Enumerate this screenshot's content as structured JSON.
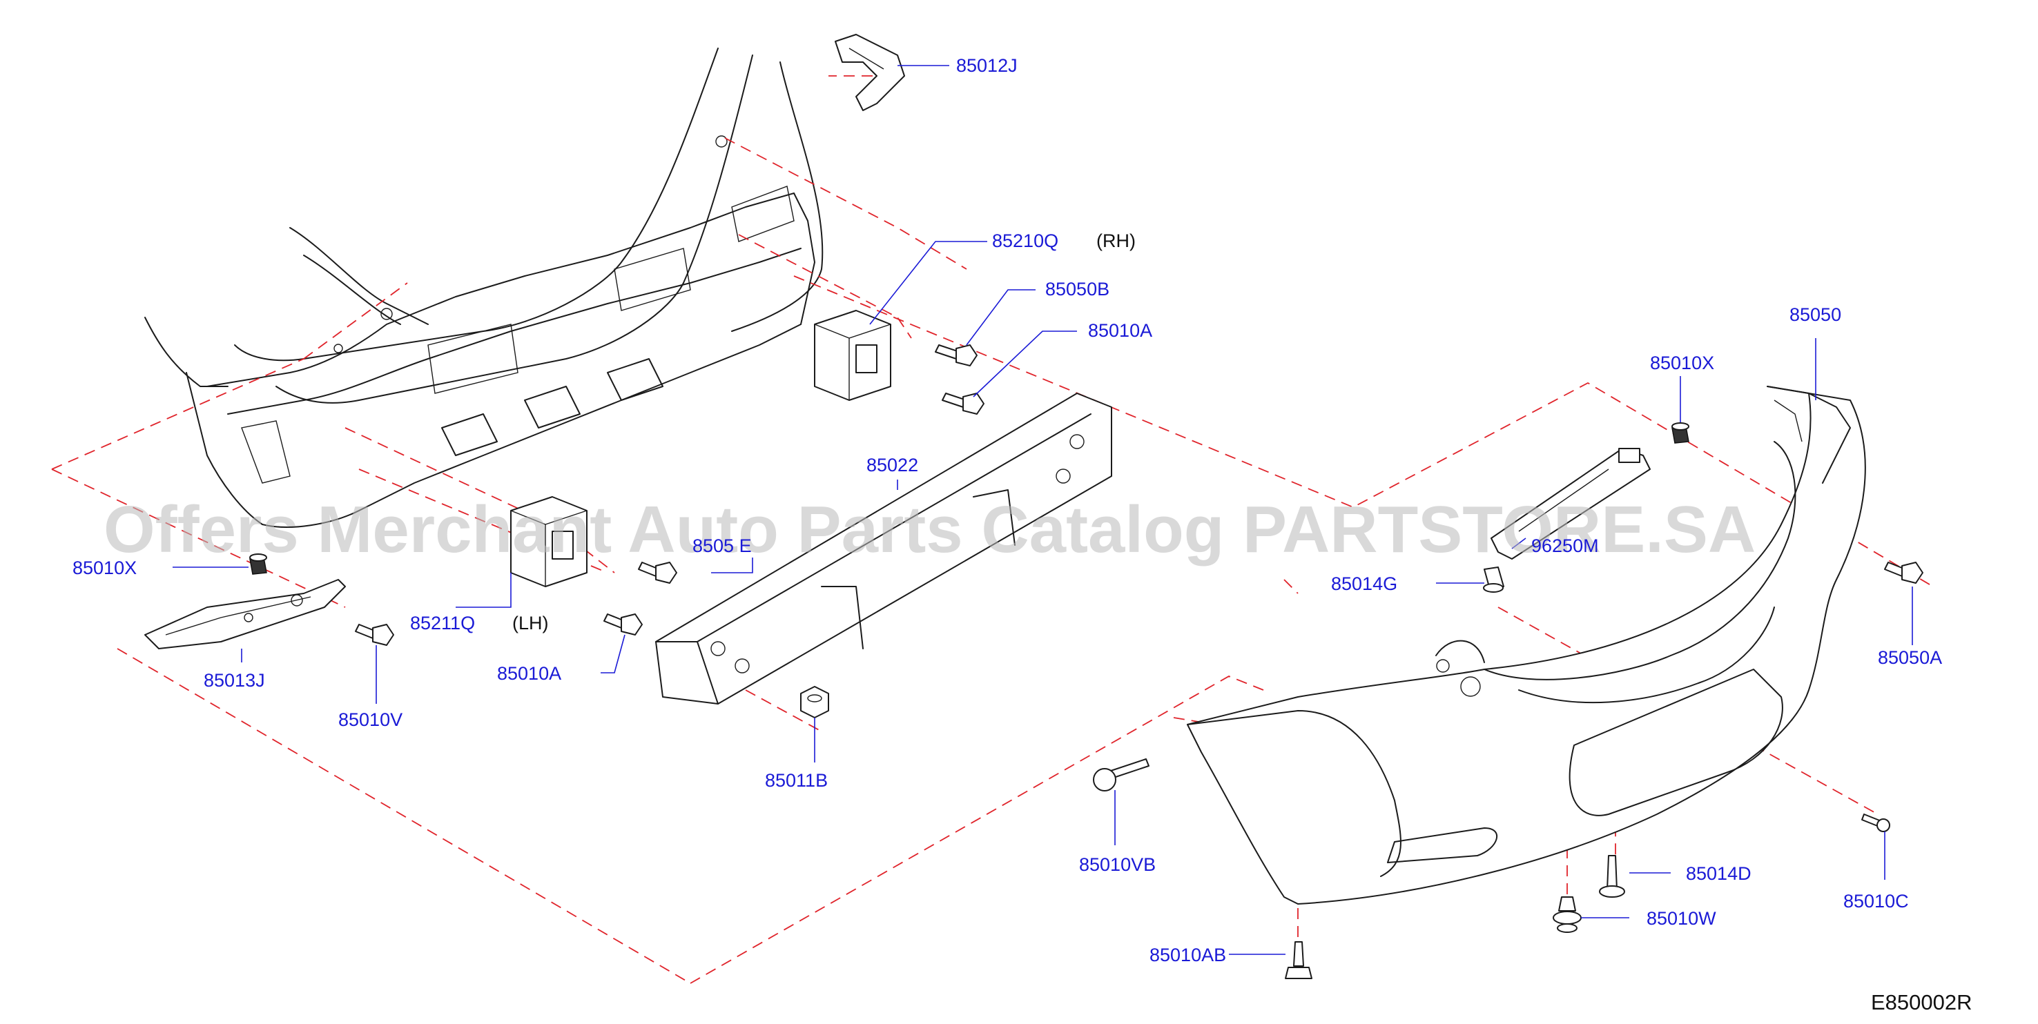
{
  "watermark": "Offers Merchant Auto Parts Catalog PARTSTORE.SA",
  "diagram_code": "E850002R",
  "side_labels": {
    "rh": "(RH)",
    "lh": "(LH)"
  },
  "parts": {
    "p85012J": "85012J",
    "p85210Q": "85210Q",
    "p85050B": "85050B",
    "p85010A_top": "85010A",
    "p85050": "85050",
    "p85010X_right": "85010X",
    "p85022": "85022",
    "p85010X_left": "85010X",
    "p85050E": "8505 E",
    "p96250M": "96250M",
    "p85014G": "85014G",
    "p85050A": "85050A",
    "p85211Q": "85211Q",
    "p85013J": "85013J",
    "p85010A_bottom": "85010A",
    "p85010V": "85010V",
    "p85011B": "85011B",
    "p85010VB": "85010VB",
    "p85014D": "85014D",
    "p85010W": "85010W",
    "p85010C": "85010C",
    "p85010AB": "85010AB"
  }
}
